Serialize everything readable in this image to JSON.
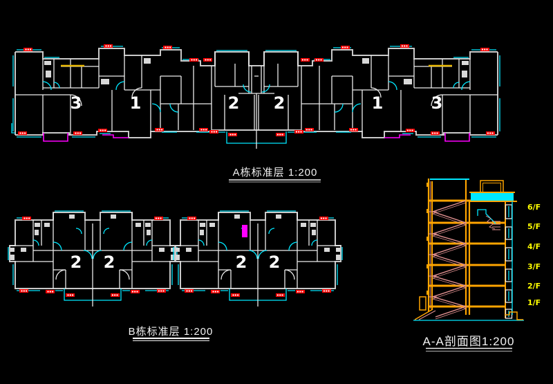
{
  "window": {
    "background": "#000000",
    "type": "cad-drawing-viewport"
  },
  "palette": {
    "outer_wall": "#c9c9c9",
    "inner_wall": "#ececec",
    "window_layer": "#00e8ff",
    "balcony_layer": "#ff00ff",
    "marker_layer": "#ff0000",
    "detail_yellow": "#e8b800",
    "section_structure": "#ffa500",
    "section_stairs": "#e09090",
    "floor_label": "#ffff00",
    "text": "#f2f2f2"
  },
  "plan_a": {
    "caption": "A栋标准层  1:200",
    "units": [
      "3",
      "1",
      "2",
      "2",
      "1",
      "3"
    ]
  },
  "plan_b": {
    "caption": "B栋标准层 1:200",
    "units": [
      "2",
      "2",
      "2",
      "2"
    ]
  },
  "section": {
    "caption": "A-A剖面图1:200",
    "floor_labels": [
      "6/F",
      "5/F",
      "4/F",
      "3/F",
      "2/F",
      "1/F"
    ]
  }
}
